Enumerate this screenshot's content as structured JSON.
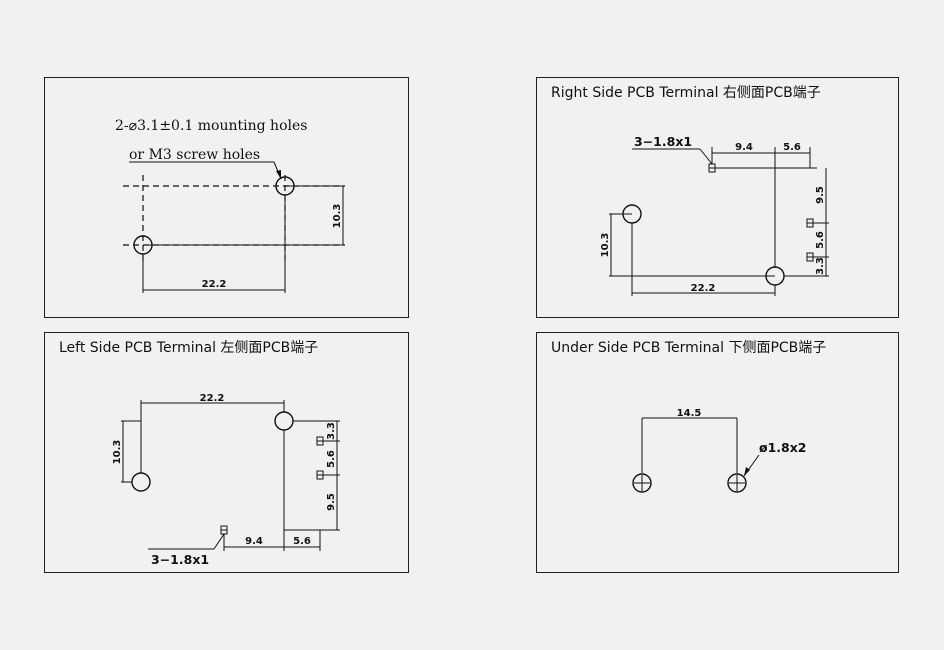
{
  "mounting": {
    "line1": "2-⌀3.1±0.1 mounting holes",
    "line2": "or M3 screw holes",
    "dim_height": "10.3",
    "dim_width": "22.2"
  },
  "right": {
    "title": "Right Side PCB Terminal 右侧面PCB端子",
    "pin_label": "3−1.8x1",
    "dim_94": "9.4",
    "dim_56_top": "5.6",
    "dim_95": "9.5",
    "dim_56_side": "5.6",
    "dim_33": "3.3",
    "dim_103": "10.3",
    "dim_222": "22.2"
  },
  "left": {
    "title": "Left Side PCB Terminal 左侧面PCB端子",
    "pin_label": "3−1.8x1",
    "dim_222": "22.2",
    "dim_103": "10.3",
    "dim_33": "3.3",
    "dim_56_side": "5.6",
    "dim_95": "9.5",
    "dim_94": "9.4",
    "dim_56_bottom": "5.6"
  },
  "under": {
    "title": "Under Side PCB Terminal 下侧面PCB端子",
    "dim_145": "14.5",
    "hole_label": "ø1.8x2"
  }
}
